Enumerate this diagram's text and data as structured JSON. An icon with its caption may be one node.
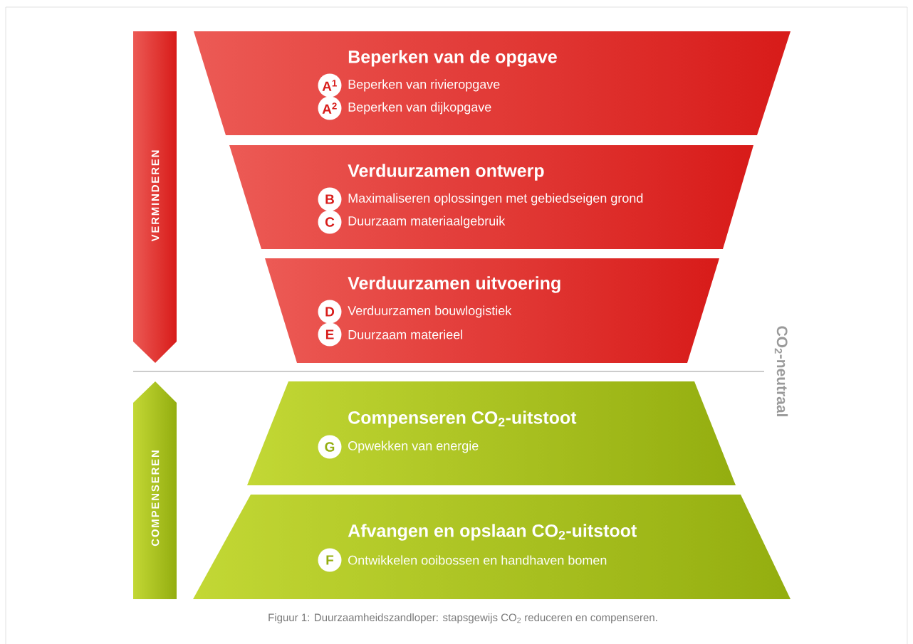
{
  "diagram": {
    "caption": "Figuur 1: Duurzaamheidszandloper: stapsgewijs CO$_{2}$ reduceren en compenseren.",
    "nodes": [
      {
        "text": [
          "VERMINDEREN"
        ]
      },
      {
        "text": [
          "Beperken van de opgave",
          "Beperken van rivieropgave",
          "Beperken van dijkopgave"
        ]
      },
      {
        "text": [
          "A$^{1}$"
        ],
        "in": 1
      },
      {
        "text": [
          "A$^{2}$"
        ],
        "in": 1
      },
      {
        "text": [
          "Verduurzamen ontwerp",
          "Maximaliseren oplossingen met gebiedseigen grond",
          "Duurzaam materiaalgebruik"
        ]
      },
      {
        "text": [
          "B"
        ],
        "in": 4
      },
      {
        "text": [
          "C"
        ],
        "in": 4
      },
      {
        "text": [
          "Verduurzamen uitvoering",
          "Verduurzamen bouwlogistiek",
          "Duurzaam materieel"
        ]
      },
      {
        "text": [
          "D"
        ],
        "in": 7
      },
      {
        "text": [
          "E"
        ],
        "in": 7
      },
      {
        "text": [
          "COMPENSEREN"
        ]
      },
      {
        "text": [
          "Compenseren CO$_{2}$-uitstoot",
          "Opwekken van energie"
        ]
      },
      {
        "text": [
          "G"
        ],
        "in": 11
      },
      {
        "text": [
          "Afvangen en opslaan CO$_{2}$-uitstoot",
          "Ontwikkelen ooibossen en handhaven bomen"
        ]
      },
      {
        "text": [
          "F"
        ],
        "in": 13
      }
    ],
    "labels": [
      "CO$_{2}$-neutraal"
    ]
  }
}
